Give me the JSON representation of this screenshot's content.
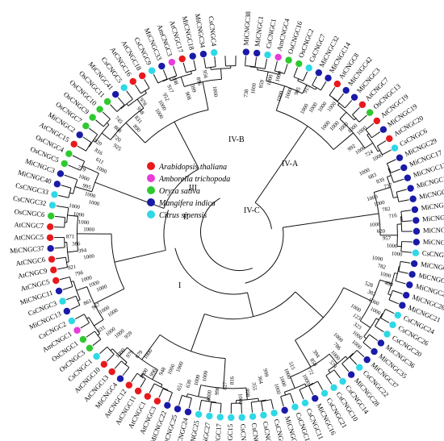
{
  "legend": [
    {
      "label": "Arabidopsis thaliana",
      "color": "#e8191c"
    },
    {
      "label": "Amborella trichopoda",
      "color": "#e83bd9"
    },
    {
      "label": "Oryza sativa",
      "color": "#2fc92f"
    },
    {
      "label": "Mangifera indica",
      "color": "#1a1aa8"
    },
    {
      "label": "Citrus sinensis",
      "color": "#2ed8e6"
    }
  ],
  "clades": [
    "I",
    "II",
    "III",
    "IV-A",
    "IV-B",
    "IV-C"
  ],
  "leaves": [
    {
      "name": "MiCNGC38",
      "sp": 3
    },
    {
      "name": "MiCNGC1",
      "sp": 3
    },
    {
      "name": "CsCNGC1",
      "sp": 4
    },
    {
      "name": "AmCNGC4",
      "sp": 1
    },
    {
      "name": "OsCNGC16",
      "sp": 2
    },
    {
      "name": "OsCNGC2",
      "sp": 2
    },
    {
      "name": "CsCNGC7",
      "sp": 4
    },
    {
      "name": "MiCNGC32",
      "sp": 3
    },
    {
      "name": "MiCNGC14",
      "sp": 3
    },
    {
      "name": "AtCNGC8",
      "sp": 0
    },
    {
      "name": "MiCNGC42",
      "sp": 3
    },
    {
      "name": "MiCNGC3",
      "sp": 3
    },
    {
      "name": "AtCNGC7",
      "sp": 0
    },
    {
      "name": "OsCNGC13",
      "sp": 2
    },
    {
      "name": "AtCNGC19",
      "sp": 0
    },
    {
      "name": "MiCNGC19",
      "sp": 3
    },
    {
      "name": "AtCNGC20",
      "sp": 0
    },
    {
      "name": "CsCNGC6",
      "sp": 4
    },
    {
      "name": "MiCNGC29",
      "sp": 3
    },
    {
      "name": "MiCNGC17",
      "sp": 3
    },
    {
      "name": "MiCNGC12",
      "sp": 3
    },
    {
      "name": "MiCNGC15",
      "sp": 3
    },
    {
      "name": "MiCNGC43",
      "sp": 3
    },
    {
      "name": "MiCNGC10",
      "sp": 3
    },
    {
      "name": "MiCNGC30",
      "sp": 3
    },
    {
      "name": "MiCNGC5",
      "sp": 3
    },
    {
      "name": "MiCNGC7",
      "sp": 3
    },
    {
      "name": "CsCNGC30",
      "sp": 4
    },
    {
      "name": "MiCNGC8",
      "sp": 3
    },
    {
      "name": "MiCNGC6",
      "sp": 3
    },
    {
      "name": "MiCNGC23",
      "sp": 3
    },
    {
      "name": "MiCNGC26",
      "sp": 3
    },
    {
      "name": "MiCNGC21",
      "sp": 3
    },
    {
      "name": "CsCNGC24",
      "sp": 4
    },
    {
      "name": "CsCNGC26",
      "sp": 4
    },
    {
      "name": "CsCNGC20",
      "sp": 4
    },
    {
      "name": "MiCNGC36",
      "sp": 3
    },
    {
      "name": "MiCNGC35",
      "sp": 3
    },
    {
      "name": "MiCNGC37",
      "sp": 3
    },
    {
      "name": "CsCNGC22",
      "sp": 4
    },
    {
      "name": "MiCNGC28",
      "sp": 3
    },
    {
      "name": "CsCNGC14",
      "sp": 4
    },
    {
      "name": "CsCNGC10",
      "sp": 4
    },
    {
      "name": "CsCNGC21",
      "sp": 4
    },
    {
      "name": "MiCNGC16",
      "sp": 3
    },
    {
      "name": "CsCNGC11",
      "sp": 4
    },
    {
      "name": "CsCNGC12",
      "sp": 4
    },
    {
      "name": "MiCNGC9",
      "sp": 3
    },
    {
      "name": "CsCNGC16",
      "sp": 4
    },
    {
      "name": "CsCNGC19",
      "sp": 4
    },
    {
      "name": "CsCNGC18",
      "sp": 4
    },
    {
      "name": "CsCNGC23",
      "sp": 4
    },
    {
      "name": "CsCNGC15",
      "sp": 4
    },
    {
      "name": "CsCNGC17",
      "sp": 4
    },
    {
      "name": "CsCNGC27",
      "sp": 4
    },
    {
      "name": "CsCNGC25",
      "sp": 4
    },
    {
      "name": "MiCNGC24",
      "sp": 3
    },
    {
      "name": "MiCNGC25",
      "sp": 3
    },
    {
      "name": "MiCNGC22",
      "sp": 3
    },
    {
      "name": "AtCNGC3",
      "sp": 0
    },
    {
      "name": "AtCNGC1",
      "sp": 0
    },
    {
      "name": "AtCNGC11",
      "sp": 0
    },
    {
      "name": "AtCNGC12",
      "sp": 0
    },
    {
      "name": "MiCNGC4",
      "sp": 3
    },
    {
      "name": "AtCNGC13",
      "sp": 0
    },
    {
      "name": "AtCNGC10",
      "sp": 0
    },
    {
      "name": "CsCNGC1",
      "sp": 4
    },
    {
      "name": "OsCNGC3",
      "sp": 2
    },
    {
      "name": "OsCNGC1",
      "sp": 2
    },
    {
      "name": "AmCNGC1",
      "sp": 1
    },
    {
      "name": "CsCNGC2",
      "sp": 4
    },
    {
      "name": "MiCNGC13",
      "sp": 3
    },
    {
      "name": "CsCNGC3",
      "sp": 4
    },
    {
      "name": "MiCNGC11",
      "sp": 3
    },
    {
      "name": "AtCNGC5",
      "sp": 0
    },
    {
      "name": "AtCNGC9",
      "sp": 0
    },
    {
      "name": "AtCNGC6",
      "sp": 0
    },
    {
      "name": "MiCNGC37",
      "sp": 3
    },
    {
      "name": "AtCNGC5",
      "sp": 0
    },
    {
      "name": "AtCNGC7",
      "sp": 0
    },
    {
      "name": "OsCNGC6",
      "sp": 2
    },
    {
      "name": "CsCNGC32",
      "sp": 4
    },
    {
      "name": "CsCNGC33",
      "sp": 4
    },
    {
      "name": "MiCNGC40",
      "sp": 3
    },
    {
      "name": "MiCNGC3",
      "sp": 3
    },
    {
      "name": "OsCNGC5",
      "sp": 2
    },
    {
      "name": "OsCNGC4",
      "sp": 2
    },
    {
      "name": "AtCNGC15",
      "sp": 0
    },
    {
      "name": "MiCNGC2",
      "sp": 3
    },
    {
      "name": "OsCNGC7",
      "sp": 2
    },
    {
      "name": "OsCNGC9",
      "sp": 2
    },
    {
      "name": "OsCNGC10",
      "sp": 2
    },
    {
      "name": "OsCNGC11",
      "sp": 2
    },
    {
      "name": "MiCNGC41",
      "sp": 3
    },
    {
      "name": "CsCNGC5",
      "sp": 4
    },
    {
      "name": "AtCNGC16",
      "sp": 0
    },
    {
      "name": "AtCNGC18",
      "sp": 0
    },
    {
      "name": "CsCNGC9",
      "sp": 4
    },
    {
      "name": "MiCNGC33",
      "sp": 3
    },
    {
      "name": "AmCNGC3",
      "sp": 1
    },
    {
      "name": "AtCNGC17",
      "sp": 0
    },
    {
      "name": "MiCNGC18",
      "sp": 3
    },
    {
      "name": "MiCNGC34",
      "sp": 3
    },
    {
      "name": "CsCNGC4",
      "sp": 4
    }
  ],
  "bootstrap": [
    "738",
    "1000",
    "859",
    "1000",
    "1000",
    "1000",
    "1000",
    "905",
    "915",
    "1000",
    "1000",
    "1000",
    "1000",
    "1000",
    "1000",
    "1000",
    "1000",
    "1000",
    "992",
    "1000",
    "724",
    "1000",
    "1000",
    "683",
    "839",
    "737",
    "1000",
    "1000",
    "782",
    "716",
    "1000",
    "620",
    "957",
    "1000",
    "1000",
    "1000",
    "782",
    "1000",
    "480",
    "528",
    "302",
    "1000",
    "1000",
    "1000",
    "123",
    "323",
    "1000",
    "1000",
    "1000",
    "786",
    "1000",
    "579",
    "394",
    "858",
    "772",
    "1000",
    "515",
    "1000",
    "1000",
    "1000",
    "999",
    "364",
    "355",
    "998",
    "1000",
    "816",
    "827",
    "996",
    "1000",
    "1000",
    "1000",
    "630",
    "651",
    "1000",
    "1000",
    "948",
    "996",
    "1000",
    "1000",
    "879",
    "979",
    "1000",
    "959",
    "1000",
    "1000",
    "631",
    "1000",
    "1000",
    "967",
    "861",
    "1000",
    "1000",
    "1000",
    "796",
    "821",
    "1000",
    "394",
    "386",
    "871",
    "1000",
    "1000",
    "1000",
    "1000",
    "1000",
    "1000",
    "995",
    "1000",
    "779",
    "1000",
    "611",
    "816",
    "920",
    "925",
    "720",
    "868",
    "745",
    "890",
    "831",
    "938",
    "978",
    "1000",
    "1000",
    "952",
    "917",
    "998",
    "908",
    "399",
    "896",
    "956",
    "1000"
  ]
}
